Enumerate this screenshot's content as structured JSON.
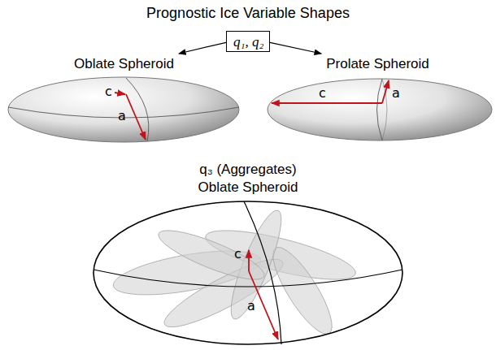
{
  "diagram": {
    "title": "Prognostic Ice Variable Shapes",
    "nodes": [
      {
        "text": [
          "q₁, q₂"
        ]
      },
      {
        "text": [
          "Oblate Spheroid",
          "c",
          "a"
        ]
      },
      {
        "text": [
          "Prolate Spheroid",
          "c",
          "a"
        ]
      },
      {
        "text": [
          "q₃ (Aggregates) Oblate Spheroid",
          "c",
          "a"
        ]
      }
    ],
    "edges": [
      {
        "from": 0,
        "to": 1,
        "arrow": "to"
      },
      {
        "from": 0,
        "to": 2,
        "arrow": "to"
      }
    ]
  }
}
